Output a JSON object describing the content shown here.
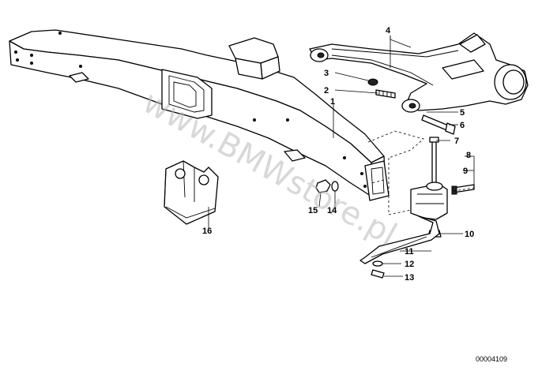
{
  "watermark": "www.BMWstore.pl",
  "reference_number": "00004109",
  "callouts": [
    {
      "id": "1",
      "label": "1"
    },
    {
      "id": "2",
      "label": "2"
    },
    {
      "id": "3",
      "label": "3"
    },
    {
      "id": "4",
      "label": "4"
    },
    {
      "id": "5",
      "label": "5"
    },
    {
      "id": "6",
      "label": "6"
    },
    {
      "id": "7",
      "label": "7"
    },
    {
      "id": "8",
      "label": "8"
    },
    {
      "id": "9",
      "label": "9"
    },
    {
      "id": "10",
      "label": "10"
    },
    {
      "id": "11",
      "label": "11"
    },
    {
      "id": "12",
      "label": "12"
    },
    {
      "id": "13",
      "label": "13"
    },
    {
      "id": "14",
      "label": "14"
    },
    {
      "id": "15",
      "label": "15"
    },
    {
      "id": "16",
      "label": "16"
    }
  ]
}
